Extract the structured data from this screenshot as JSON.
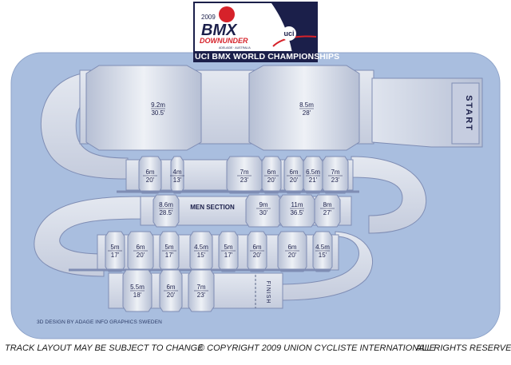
{
  "logo": {
    "year": "2009",
    "brand": "BMX",
    "subbrand": "DOWNUNDER",
    "tagline": "ADELAIDE · AUSTRALIA",
    "uci_text": "uci",
    "banner": "UCI BMX WORLD CHAMPIONSHIPS"
  },
  "track": {
    "start_label": "START",
    "finish_label": "FINISH",
    "men_section_label": "MEN SECTION",
    "straight1": [
      {
        "m": "9.2m",
        "ft": "30.5'"
      },
      {
        "m": "8.5m",
        "ft": "28'"
      }
    ],
    "straight2": [
      {
        "m": "6m",
        "ft": "20'"
      },
      {
        "m": "4m",
        "ft": "13'"
      },
      {
        "m": "7m",
        "ft": "23'"
      },
      {
        "m": "6m",
        "ft": "20'"
      },
      {
        "m": "6m",
        "ft": "20'"
      },
      {
        "m": "6.5m",
        "ft": "21'"
      },
      {
        "m": "7m",
        "ft": "23'"
      }
    ],
    "men_section": [
      {
        "m": "8.6m",
        "ft": "28.5'"
      },
      {
        "m": "9m",
        "ft": "30'"
      },
      {
        "m": "11m",
        "ft": "36.5'"
      },
      {
        "m": "8m",
        "ft": "27'"
      }
    ],
    "straight3": [
      {
        "m": "5m",
        "ft": "17'"
      },
      {
        "m": "6m",
        "ft": "20'"
      },
      {
        "m": "5m",
        "ft": "17'"
      },
      {
        "m": "4.5m",
        "ft": "15'"
      },
      {
        "m": "5m",
        "ft": "17'"
      },
      {
        "m": "6m",
        "ft": "20'"
      },
      {
        "m": "6m",
        "ft": "20'"
      },
      {
        "m": "4.5m",
        "ft": "15'"
      }
    ],
    "straight4": [
      {
        "m": "5.5m",
        "ft": "18'"
      },
      {
        "m": "6m",
        "ft": "20'"
      },
      {
        "m": "7m",
        "ft": "23'"
      }
    ]
  },
  "credit": "3D DESIGN BY ADAGE INFO GRAPHICS SWEDEN",
  "footer": {
    "disclaimer": "TRACK LAYOUT MAY BE SUBJECT TO CHANGE",
    "copyright": "© COPYRIGHT 2009 UNION CYCLISTE INTERNATIONALE",
    "rights": "ALL RIGHTS RESERVED"
  },
  "colors": {
    "background": "#a9bedf",
    "track": "#d7dde9",
    "track_edge": "#7f8db4",
    "logo_navy": "#1b1f4a",
    "logo_red": "#d6222a"
  }
}
